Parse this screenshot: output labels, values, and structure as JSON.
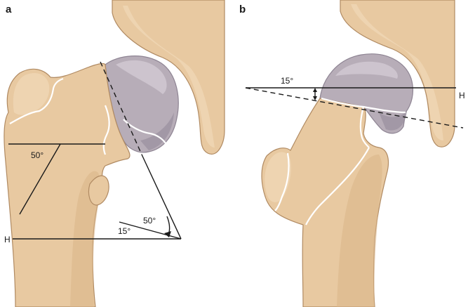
{
  "panels": {
    "a": {
      "label": "a",
      "angle_shaft": "50°",
      "angle_neck": "50°",
      "angle_horizontal": "15°",
      "horizontal_label": "H"
    },
    "b": {
      "label": "b",
      "angle_tilt": "15°",
      "horizontal_label": "H"
    }
  },
  "colors": {
    "bone": "#e8c9a1",
    "femoral_head": "#b7adb8",
    "line": "#1a1a1a",
    "fracture": "#ffffff"
  }
}
